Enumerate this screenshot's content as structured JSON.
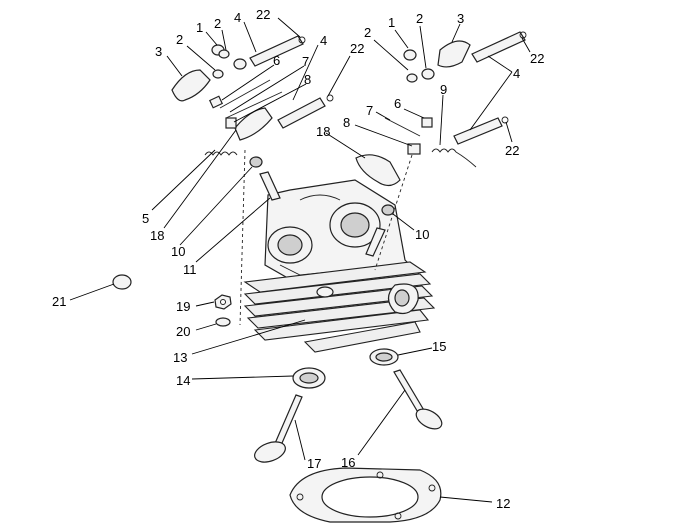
{
  "callouts": [
    {
      "id": "c-1a",
      "text": "1"
    },
    {
      "id": "c-2a",
      "text": "2"
    },
    {
      "id": "c-4a",
      "text": "4"
    },
    {
      "id": "c-22a",
      "text": "22"
    },
    {
      "id": "c-3a",
      "text": "3"
    },
    {
      "id": "c-2b",
      "text": "2"
    },
    {
      "id": "c-6a",
      "text": "6"
    },
    {
      "id": "c-7a",
      "text": "7"
    },
    {
      "id": "c-8a",
      "text": "8"
    },
    {
      "id": "c-4b",
      "text": "4"
    },
    {
      "id": "c-22b",
      "text": "22"
    },
    {
      "id": "c-2c",
      "text": "2"
    },
    {
      "id": "c-1b",
      "text": "1"
    },
    {
      "id": "c-2d",
      "text": "2"
    },
    {
      "id": "c-3b",
      "text": "3"
    },
    {
      "id": "c-22c",
      "text": "22"
    },
    {
      "id": "c-4c",
      "text": "4"
    },
    {
      "id": "c-9",
      "text": "9"
    },
    {
      "id": "c-6b",
      "text": "6"
    },
    {
      "id": "c-7b",
      "text": "7"
    },
    {
      "id": "c-8b",
      "text": "8"
    },
    {
      "id": "c-18a",
      "text": "18"
    },
    {
      "id": "c-22d",
      "text": "22"
    },
    {
      "id": "c-5",
      "text": "5"
    },
    {
      "id": "c-18b",
      "text": "18"
    },
    {
      "id": "c-10a",
      "text": "10"
    },
    {
      "id": "c-11",
      "text": "11"
    },
    {
      "id": "c-10b",
      "text": "10"
    },
    {
      "id": "c-21",
      "text": "21"
    },
    {
      "id": "c-19",
      "text": "19"
    },
    {
      "id": "c-20",
      "text": "20"
    },
    {
      "id": "c-13",
      "text": "13"
    },
    {
      "id": "c-15",
      "text": "15"
    },
    {
      "id": "c-14",
      "text": "14"
    },
    {
      "id": "c-17",
      "text": "17"
    },
    {
      "id": "c-16",
      "text": "16"
    },
    {
      "id": "c-12",
      "text": "12"
    }
  ]
}
